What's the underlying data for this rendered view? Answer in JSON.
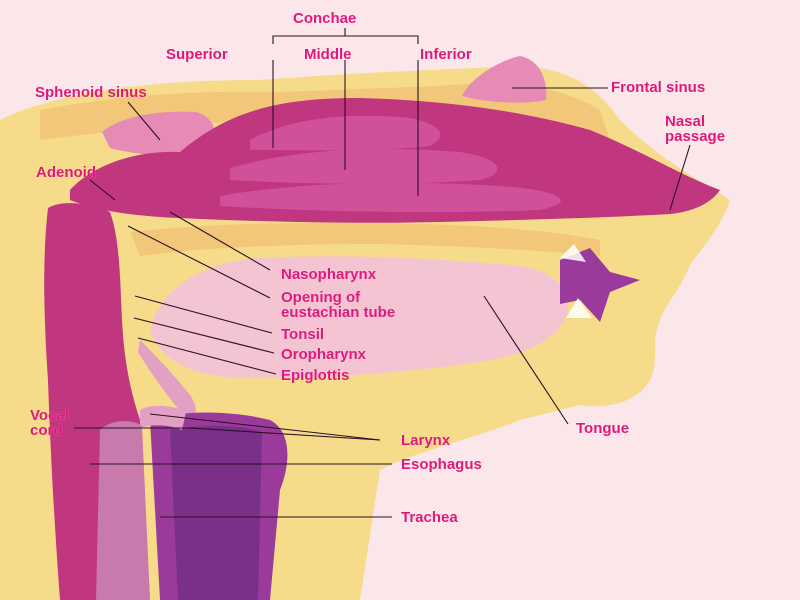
{
  "colors": {
    "frame": "#f07a2c",
    "label": "#e0187a",
    "background": "#fbe7ea",
    "tissue": "#f6dc8a",
    "bone": "#f3c77a",
    "cavity": "#c0367f",
    "cavity_light": "#de6aa5",
    "pale": "#f4c4d2",
    "airway": "#9a3b9c"
  },
  "labels": {
    "conchae": "Conchae",
    "superior": "Superior",
    "middle": "Middle",
    "inferior": "Inferior",
    "sphenoid_sinus": "Sphenoid sinus",
    "frontal_sinus": "Frontal sinus",
    "nasal_passage_line1": "Nasal",
    "nasal_passage_line2": "passage",
    "adenoid": "Adenoid",
    "nasopharynx": "Nasopharynx",
    "eustachian_line1": "Opening of",
    "eustachian_line2": "eustachian tube",
    "tonsil": "Tonsil",
    "oropharynx": "Oropharynx",
    "epiglottis": "Epiglottis",
    "vocal_cord_line1": "Vocal",
    "vocal_cord_line2": "cord",
    "larynx": "Larynx",
    "esophagus": "Esophagus",
    "trachea": "Trachea",
    "tongue": "Tongue"
  }
}
